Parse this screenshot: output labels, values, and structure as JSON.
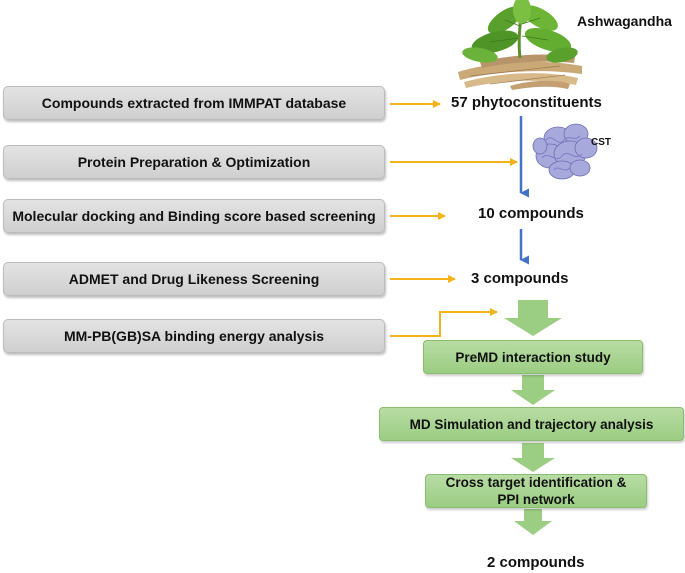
{
  "plant": {
    "name": "Ashwagandha"
  },
  "protein": {
    "label": "CST"
  },
  "steps": [
    "Compounds extracted from IMMPAT database",
    "Protein Preparation & Optimization",
    "Molecular docking and Binding score based screening",
    "ADMET and Drug Likeness Screening",
    "MM-PB(GB)SA binding energy analysis"
  ],
  "results": {
    "phytoconstituents": "57 phytoconstituents",
    "docking": "10 compounds",
    "admet": "3 compounds",
    "final": "2 compounds"
  },
  "green_steps": [
    "PreMD interaction study",
    "MD Simulation and trajectory analysis",
    "Cross target identification & PPI network"
  ],
  "colors": {
    "yellow_arrow": "#f5b21a",
    "blue_arrow": "#4472c4",
    "green_arrow": "#9bcd82",
    "gray_box": "#d9d9d9",
    "green_box": "#a9d591"
  }
}
